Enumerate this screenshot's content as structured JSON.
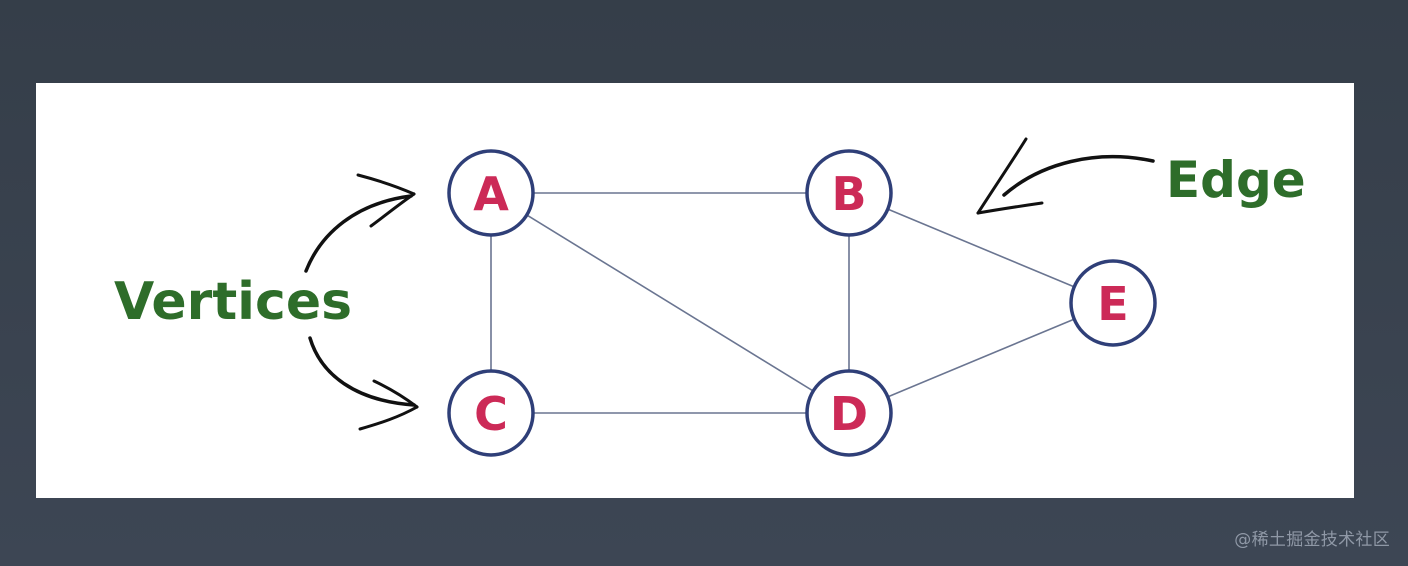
{
  "diagram": {
    "type": "graph",
    "nodes": [
      {
        "id": "A",
        "label": "A"
      },
      {
        "id": "B",
        "label": "B"
      },
      {
        "id": "C",
        "label": "C"
      },
      {
        "id": "D",
        "label": "D"
      },
      {
        "id": "E",
        "label": "E"
      }
    ],
    "edges": [
      {
        "from": "A",
        "to": "B"
      },
      {
        "from": "A",
        "to": "C"
      },
      {
        "from": "A",
        "to": "D"
      },
      {
        "from": "B",
        "to": "D"
      },
      {
        "from": "B",
        "to": "E"
      },
      {
        "from": "C",
        "to": "D"
      },
      {
        "from": "D",
        "to": "E"
      }
    ],
    "annotations": {
      "vertices_label": "Vertices",
      "edge_label": "Edge"
    },
    "colors": {
      "node_label": "#cc2a57",
      "node_outline": "#2f3f78",
      "edge": "#6a7591",
      "annotation_text": "#2e6d2a",
      "arrow": "#111111",
      "page_background": "#3a4350",
      "canvas_background": "#ffffff"
    }
  },
  "watermark": "@稀土掘金技术社区"
}
